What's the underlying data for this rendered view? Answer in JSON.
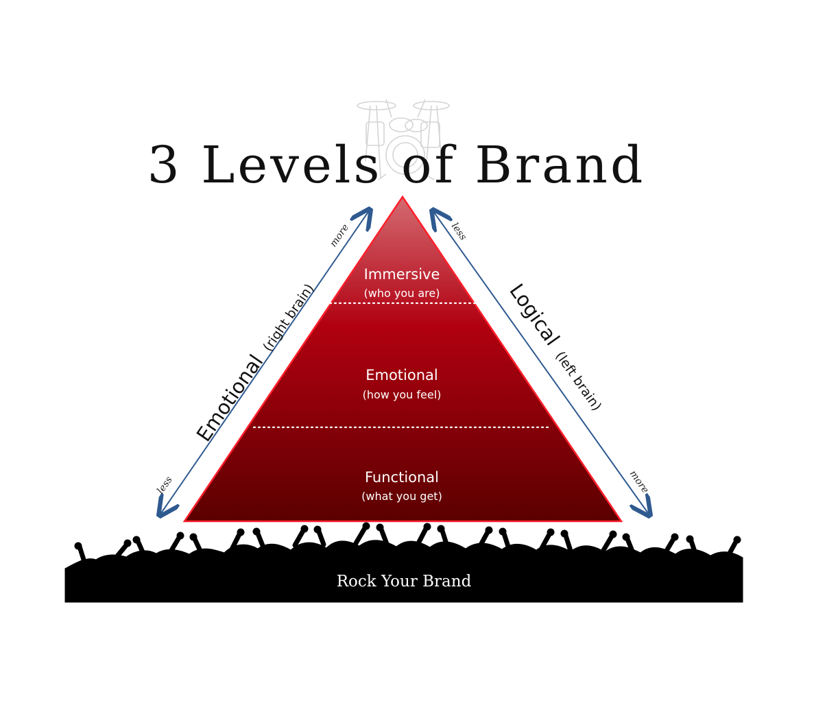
{
  "title": "3 Levels of Brand",
  "levels": [
    {
      "name": "Immersive",
      "description": "(who you are)"
    },
    {
      "name": "Emotional",
      "description": "(how you feel)"
    },
    {
      "name": "Functional",
      "description": "(what you get)"
    }
  ],
  "left_axis": {
    "label": "Emotional",
    "sublabel": "(right brain)",
    "top_end": "more",
    "bottom_end": "less"
  },
  "right_axis": {
    "label": "Logical",
    "sublabel": "(left brain)",
    "top_end": "less",
    "bottom_end": "more"
  },
  "footer": {
    "text": "Rock Your Brand"
  },
  "icons": {
    "drum_kit": "drum-kit-icon",
    "crowd": "crowd-silhouette-icon"
  },
  "colors": {
    "pyramid_top": "#d46b72",
    "pyramid_mid": "#b10010",
    "pyramid_bottom": "#5b0000",
    "pyramid_outline": "#ff1f2b",
    "arrow": "#2f5a90",
    "crowd": "#000000",
    "text_dark": "#111111",
    "text_light": "#ffffff"
  }
}
